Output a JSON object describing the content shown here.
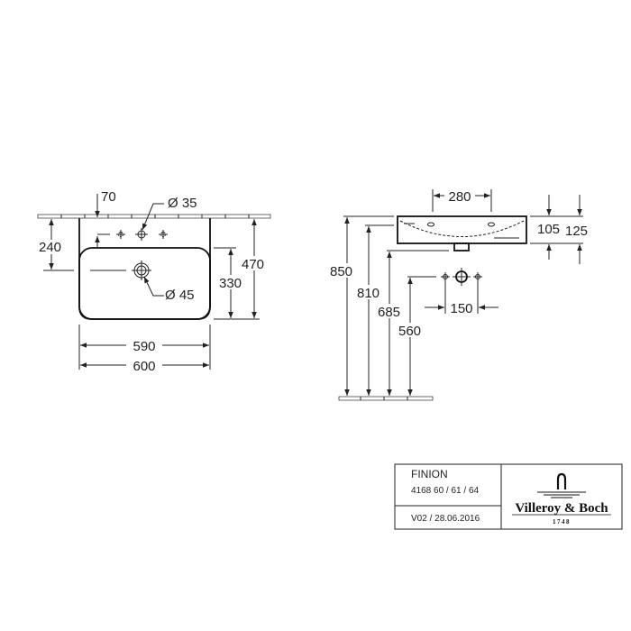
{
  "front_view": {
    "dims": {
      "d70": "70",
      "d35": "Ø 35",
      "d240": "240",
      "d470": "470",
      "d330": "330",
      "d45": "Ø 45",
      "d590": "590",
      "d600": "600"
    }
  },
  "side_view": {
    "dims": {
      "d280": "280",
      "d105": "105",
      "d125": "125",
      "d850": "850",
      "d810": "810",
      "d685": "685",
      "d560": "560",
      "d150": "150"
    }
  },
  "title_block": {
    "product": "FINION",
    "article": "4168 60 / 61 / 64",
    "version": "V02 / 28.06.2016",
    "brand": "Villeroy & Boch",
    "year": "1748"
  },
  "colors": {
    "line": "#222222",
    "background": "#ffffff"
  }
}
